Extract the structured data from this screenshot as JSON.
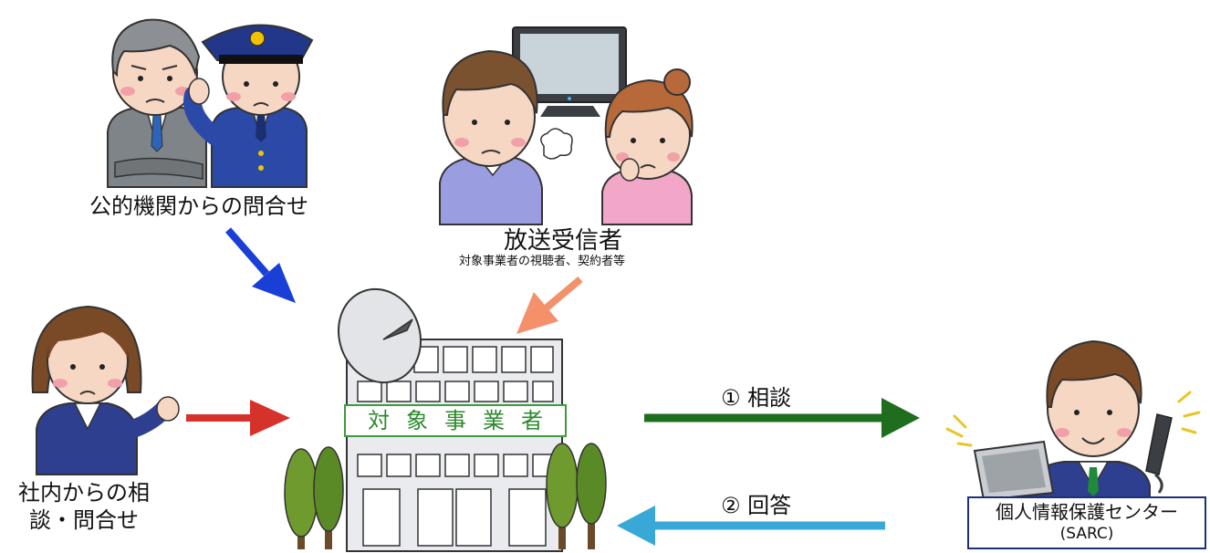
{
  "labels": {
    "public_inquiry": "公的機関からの問合せ",
    "broadcast_receivers": "放送受信者",
    "broadcast_receivers_sub": "対象事業者の視聴者、契約者等",
    "inhouse_inquiry": "社内からの相談・問合せ",
    "target_business": "対象事業者",
    "step1": "① 相談",
    "step2": "② 回答",
    "sarc_name": "個人情報保護センター",
    "sarc_abbr": "(SARC)"
  },
  "colors": {
    "arrow_public": "#1a3fd6",
    "arrow_receivers": "#f4906a",
    "arrow_inhouse": "#d6322c",
    "arrow_consult": "#1e6e1e",
    "arrow_answer": "#38a9d6",
    "sign_border": "#3c9b3c",
    "sarc_border": "#1f2f7a"
  },
  "icons": [
    "official-man-icon",
    "police-officer-icon",
    "television-icon",
    "viewer-man-icon",
    "viewer-woman-icon",
    "office-woman-icon",
    "satellite-dish-icon",
    "office-building-icon",
    "tree-icon",
    "operator-man-icon",
    "laptop-icon",
    "telephone-handset-icon"
  ]
}
